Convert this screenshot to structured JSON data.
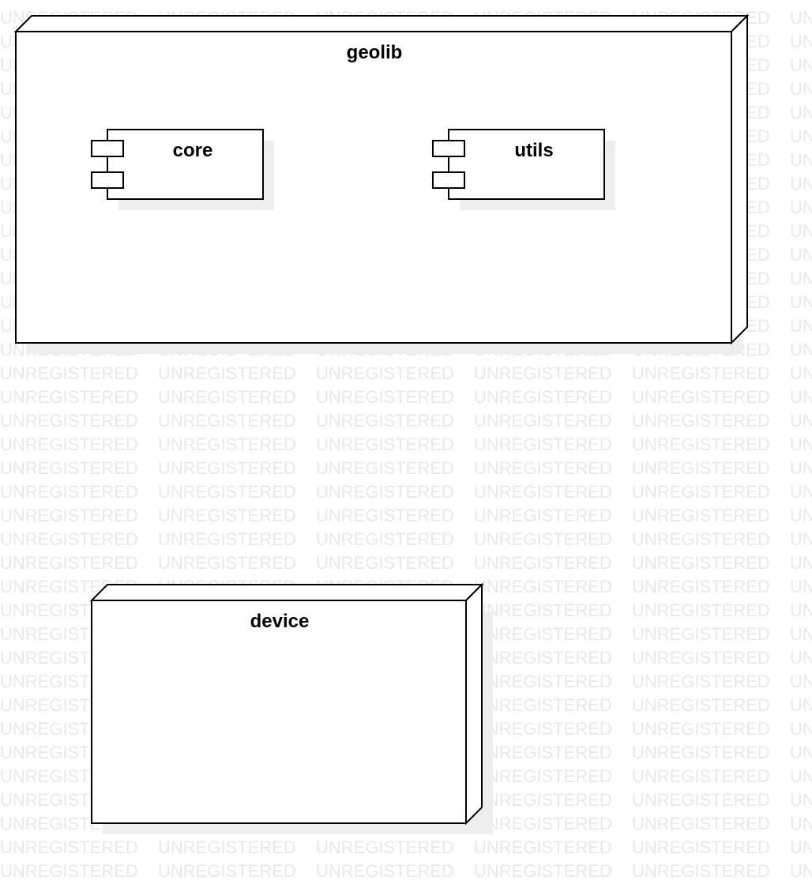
{
  "watermark": {
    "text": "UNREGISTERED"
  },
  "diagram": {
    "type": "uml-deployment",
    "nodes": [
      {
        "id": "geolib",
        "label": "geolib",
        "components": [
          {
            "id": "core",
            "label": "core"
          },
          {
            "id": "utils",
            "label": "utils"
          }
        ]
      },
      {
        "id": "device",
        "label": "device",
        "components": []
      }
    ]
  },
  "colors": {
    "stroke": "#000000",
    "fill": "#ffffff",
    "shadow": "#eeeeee",
    "watermark": "#e8e8e8"
  }
}
